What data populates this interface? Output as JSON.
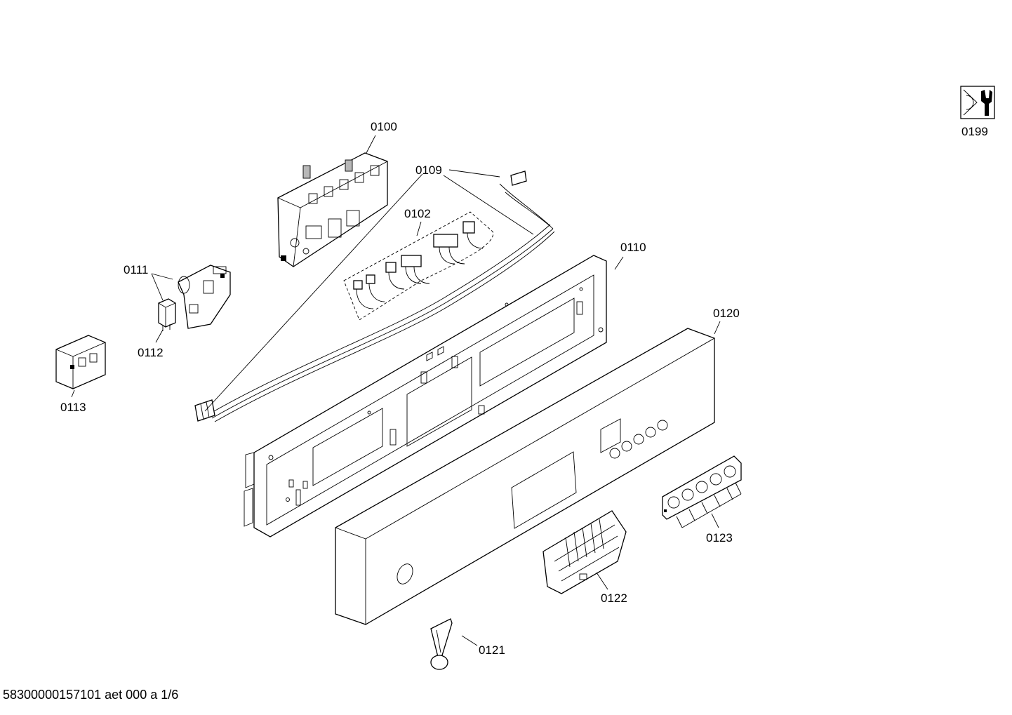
{
  "document_id": "58300000157101 aet 000 a 1/6",
  "parts": {
    "p0100": "0100",
    "p0102": "0102",
    "p0109": "0109",
    "p0110": "0110",
    "p0111": "0111",
    "p0112": "0112",
    "p0113": "0113",
    "p0120": "0120",
    "p0121": "0121",
    "p0122": "0122",
    "p0123": "0123",
    "p0199": "0199"
  },
  "icons": {
    "service": "wrench-service-icon"
  }
}
